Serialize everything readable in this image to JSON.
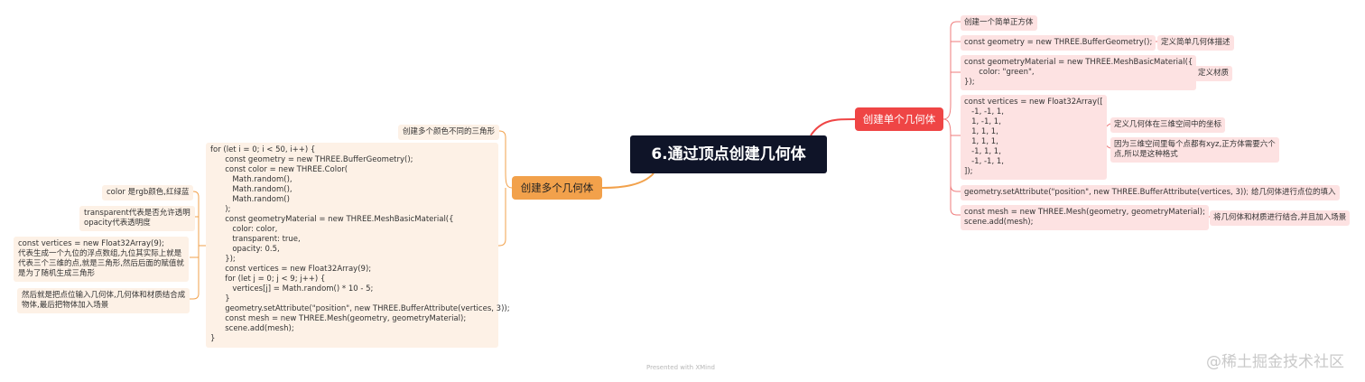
{
  "root": {
    "title": "6.通过顶点创建几何体"
  },
  "right": {
    "branch_label": "创建单个几何体",
    "items": [
      {
        "text": "创建一个简单正方体"
      },
      {
        "text": "const geometry = new THREE.BufferGeometry();",
        "note": "定义简单几何体描述"
      },
      {
        "text": "const geometryMaterial = new THREE.MeshBasicMaterial({\n      color: \"green\",\n});",
        "note": "定义材质"
      },
      {
        "text": "const vertices = new Float32Array([\n   -1, -1, 1,\n   1, -1, 1,\n   1, 1, 1,\n   1, 1, 1,\n   -1, 1, 1,\n   -1, -1, 1,\n]);",
        "notes": [
          "定义几何体在三维空间中的坐标",
          "因为三维空间里每个点都有xyz,正方体需要六个\n点,所以是这种格式"
        ]
      },
      {
        "text": "geometry.setAttribute(\"position\", new THREE.BufferAttribute(vertices, 3));",
        "note": "给几何体进行点位的填入"
      },
      {
        "text": "const mesh = new THREE.Mesh(geometry, geometryMaterial);\nscene.add(mesh);",
        "note": "将几何体和材质进行结合,并且加入场景"
      }
    ]
  },
  "left": {
    "branch_label": "创建多个几何体",
    "title_item": "创建多个颜色不同的三角形",
    "code": "for (let i = 0; i < 50, i++) {\n      const geometry = new THREE.BufferGeometry();\n      const color = new THREE.Color(\n         Math.random(),\n         Math.random(),\n         Math.random()\n      );\n      const geometryMaterial = new THREE.MeshBasicMaterial({\n         color: color,\n         transparent: true,\n         opacity: 0.5,\n      });\n      const vertices = new Float32Array(9);\n      for (let j = 0; j < 9; j++) {\n         vertices[j] = Math.random() * 10 - 5;\n      }\n      geometry.setAttribute(\"position\", new THREE.BufferAttribute(vertices, 3));\n      const mesh = new THREE.Mesh(geometry, geometryMaterial);\n      scene.add(mesh);\n}",
    "notes": [
      "color 是rgb颜色,红绿蓝",
      "transparent代表是否允许透明\nopacity代表透明度",
      "const vertices = new Float32Array(9);\n代表生成一个九位的浮点数组,九位其实际上就是\n代表三个三维的点,就是三角形,然后后面的赋值就\n是为了随机生成三角形",
      "然后就是把点位输入几何体,几何体和材质结合成\n物体,最后把物体加入场景"
    ]
  },
  "footer": "Presented with XMind",
  "watermark": "@稀土掘金技术社区",
  "colors": {
    "root": "#0f1428",
    "right_branch": "#ef4545",
    "left_branch": "#f2a14b",
    "right_item_bg": "#fde2e2",
    "left_item_bg": "#fdf1e6"
  }
}
